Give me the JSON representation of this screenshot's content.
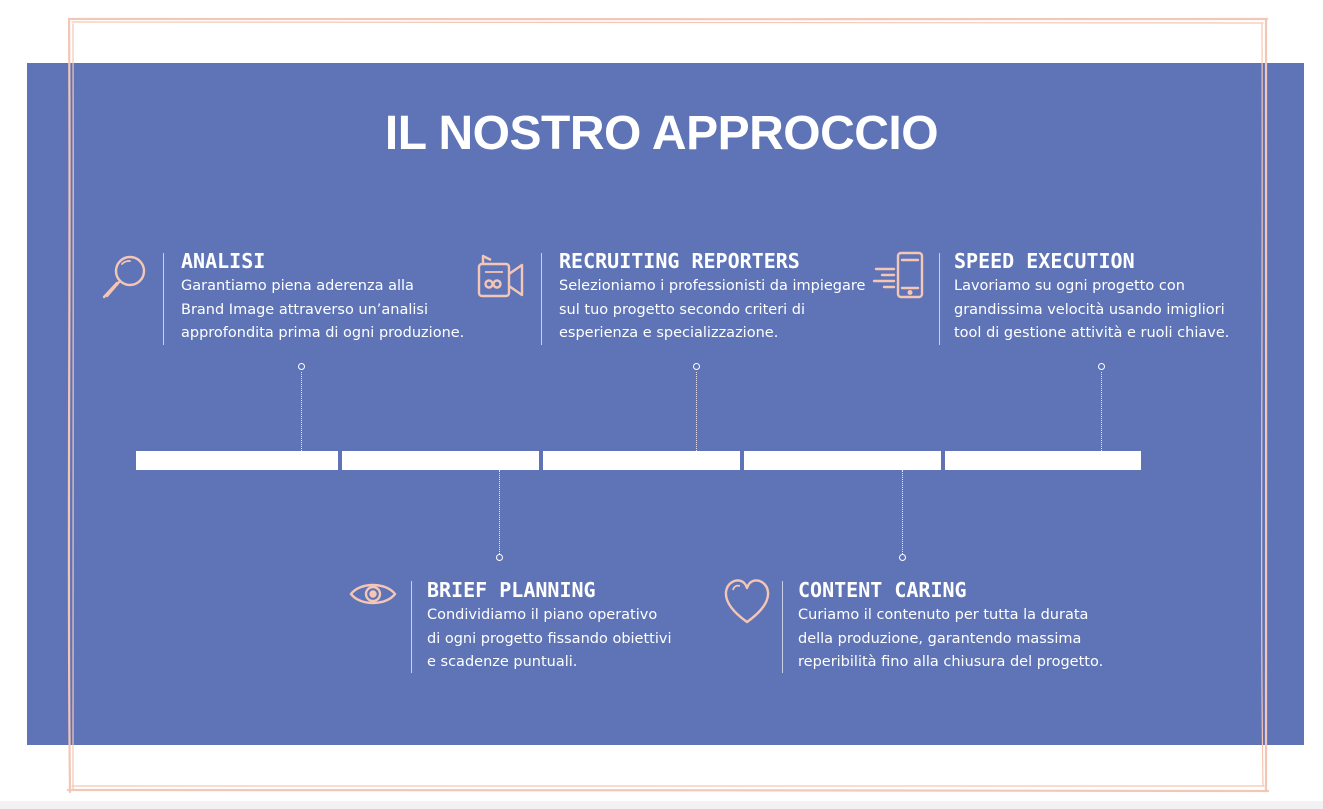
{
  "title": "IL NOSTRO APPROCCIO",
  "colors": {
    "background": "#5f74b6",
    "accent": "#f4c6b6",
    "text": "#ffffff"
  },
  "steps": [
    {
      "title": "ANALISI",
      "icon": "magnifier-icon",
      "lines": [
        "Garantiamo piena aderenza alla",
        "Brand Image attraverso un’analisi",
        "approfondita prima di ogni produzione."
      ]
    },
    {
      "title": "BRIEF PLANNING",
      "icon": "eye-icon",
      "lines": [
        "Condividiamo il piano operativo",
        "di ogni progetto fissando obiettivi",
        "e scadenze puntuali."
      ]
    },
    {
      "title": "RECRUITING REPORTERS",
      "icon": "video-camera-icon",
      "lines": [
        "Selezioniamo i professionisti da impiegare",
        "sul tuo progetto secondo criteri di",
        "esperienza e specializzazione."
      ]
    },
    {
      "title": "CONTENT CARING",
      "icon": "heart-icon",
      "lines": [
        "Curiamo il contenuto per tutta la durata",
        "della produzione, garantendo massima",
        "reperibilità fino alla chiusura del progetto."
      ]
    },
    {
      "title": "SPEED EXECUTION",
      "icon": "fast-phone-icon",
      "lines": [
        "Lavoriamo su ogni progetto con",
        "grandissima velocità usando imigliori",
        "tool di gestione attività e ruoli chiave."
      ]
    }
  ]
}
